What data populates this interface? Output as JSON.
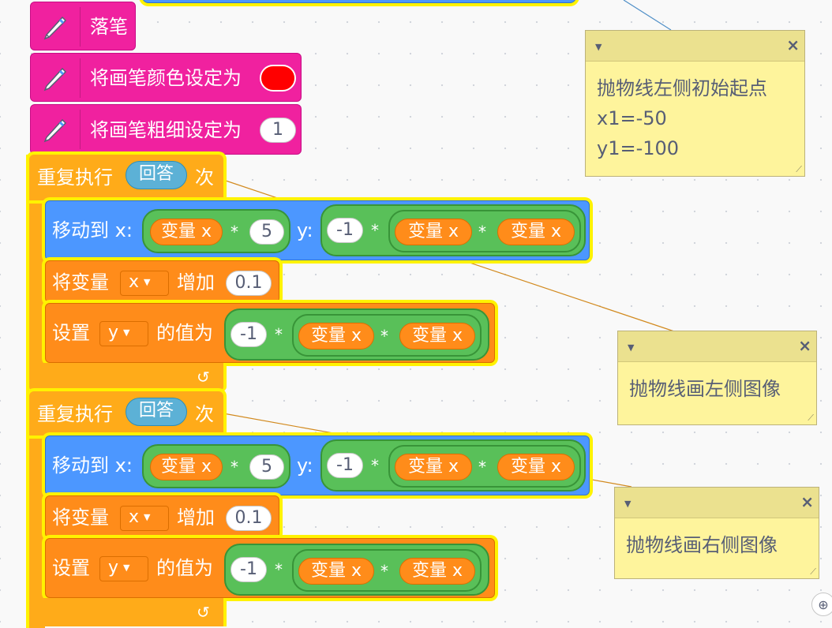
{
  "blocks": {
    "pen_down": {
      "label": "落笔"
    },
    "set_pen_color": {
      "label": "将画笔颜色设定为",
      "color": "#ff0000"
    },
    "set_pen_size": {
      "label": "将画笔粗细设定为",
      "value": "1"
    },
    "repeat1": {
      "label": "重复执行",
      "reporter": "回答",
      "suffix": "次"
    },
    "move1": {
      "label": "移动到 x:",
      "var_a": "变量 x",
      "op": "*",
      "num": "5",
      "y_label": "y:",
      "neg": "-1",
      "var_b": "变量 x",
      "var_c": "变量 x"
    },
    "change1": {
      "label": "将变量",
      "var": "x",
      "action": "增加",
      "value": "0.1"
    },
    "set1": {
      "label": "设置",
      "var": "y",
      "action": "的值为",
      "neg": "-1",
      "var_a": "变量 x",
      "var_b": "变量 x"
    },
    "repeat2": {
      "label": "重复执行",
      "reporter": "回答",
      "suffix": "次"
    },
    "move2": {
      "label": "移动到 x:",
      "var_a": "变量 x",
      "op": "*",
      "num": "5",
      "y_label": "y:",
      "neg": "-1",
      "var_b": "变量 x",
      "var_c": "变量 x"
    },
    "change2": {
      "label": "将变量",
      "var": "x",
      "action": "增加",
      "value": "0.1"
    },
    "set2": {
      "label": "设置",
      "var": "y",
      "action": "的值为",
      "neg": "-1",
      "var_a": "变量 x",
      "var_b": "变量 x"
    }
  },
  "notes": [
    {
      "text": "抛物线左侧初始起点\nx1=-50\ny1=-100"
    },
    {
      "text": "抛物线画左侧图像"
    },
    {
      "text": "抛物线画右侧图像"
    }
  ],
  "icons": {
    "pen": "pen-icon",
    "loop": "loop-arrow-icon",
    "dropdown": "dropdown-caret-icon",
    "note_collapse": "collapse-triangle-icon",
    "note_close": "close-icon",
    "note_resize": "resize-handle-icon",
    "zoom": "zoom-in-icon"
  },
  "glyphs": {
    "close": "×",
    "collapse": "▼",
    "caret": "▼",
    "loop": "↺",
    "resize": "⟋",
    "zoom": "⊕"
  },
  "colors": {
    "pen": "#f0219f",
    "control": "#ffab19",
    "motion": "#4c97ff",
    "variables": "#ff8c1a",
    "operators": "#59c059",
    "sensing": "#5cb1d6",
    "highlight": "#fff200",
    "note": "#fef49c"
  }
}
